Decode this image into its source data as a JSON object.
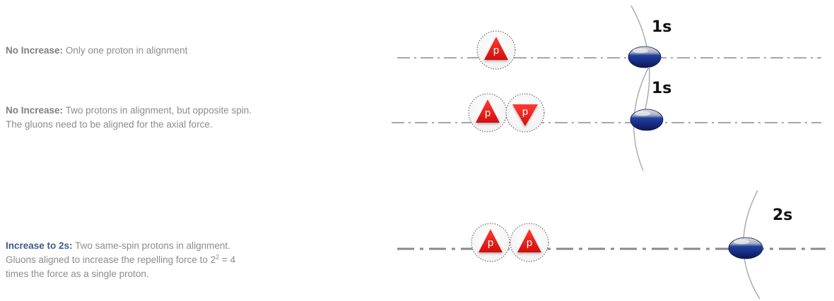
{
  "rows": [
    {
      "label": "No Increase:",
      "lines": [
        "Only one proton in alignment"
      ],
      "shell": "1s",
      "protons": [
        {
          "letter": "p",
          "spin": "up"
        }
      ],
      "highlight": false
    },
    {
      "label": "No Increase:",
      "lines": [
        "Two protons in alignment, but opposite spin.",
        "The gluons need to be aligned for the axial force."
      ],
      "shell": "1s",
      "protons": [
        {
          "letter": "p",
          "spin": "up"
        },
        {
          "letter": "p",
          "spin": "down"
        }
      ],
      "highlight": false
    },
    {
      "label": "Increase to 2s:",
      "lines": [
        "Two same-spin protons in alignment.",
        "Gluons aligned to increase the repelling force to 2",
        "times the force as a single proton."
      ],
      "superscript": "2",
      "after_superscript": " = 4",
      "shell": "2s",
      "protons": [
        {
          "letter": "p",
          "spin": "up"
        },
        {
          "letter": "p",
          "spin": "up"
        }
      ],
      "highlight": true
    }
  ],
  "colors": {
    "proton": "#e8201c",
    "electron": "#1e3a8c",
    "axis_line": "#8a8a8a",
    "shell_arc": "#a8a8a8",
    "highlight_label": "#3d5a8a"
  }
}
